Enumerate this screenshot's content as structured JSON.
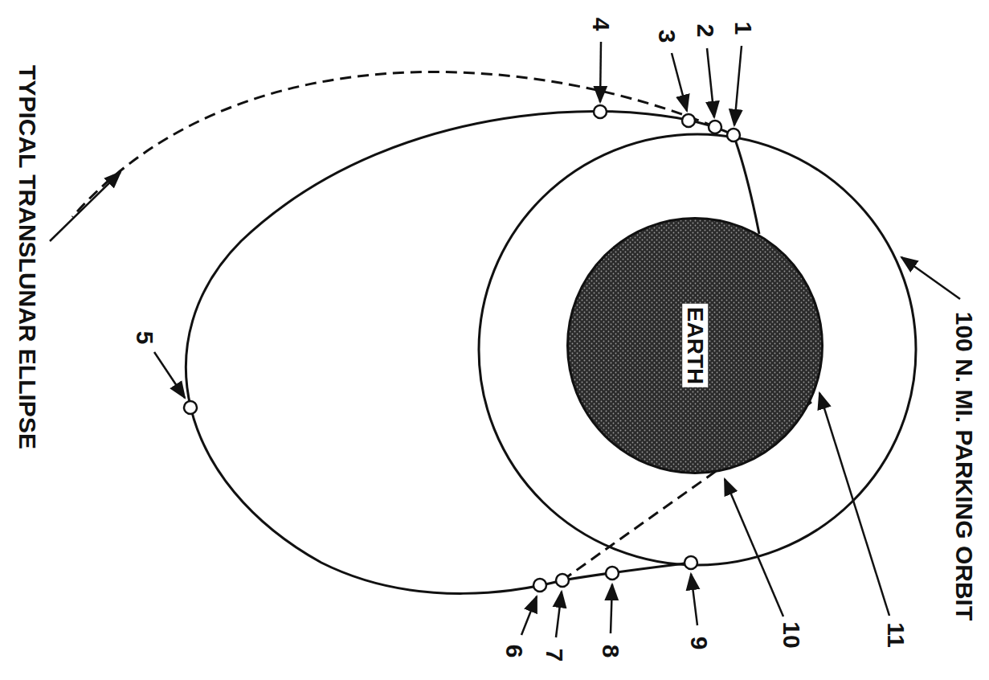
{
  "diagram": {
    "nodes": [
      {
        "text": [
          "EARTH"
        ]
      }
    ],
    "labels": [
      "TYPICAL TRANSLUNAR ELLIPSE",
      "100 N. MI. PARKING ORBIT",
      "1",
      "2",
      "3",
      "4",
      "5",
      "6",
      "7",
      "8",
      "9",
      "10",
      "11"
    ]
  }
}
